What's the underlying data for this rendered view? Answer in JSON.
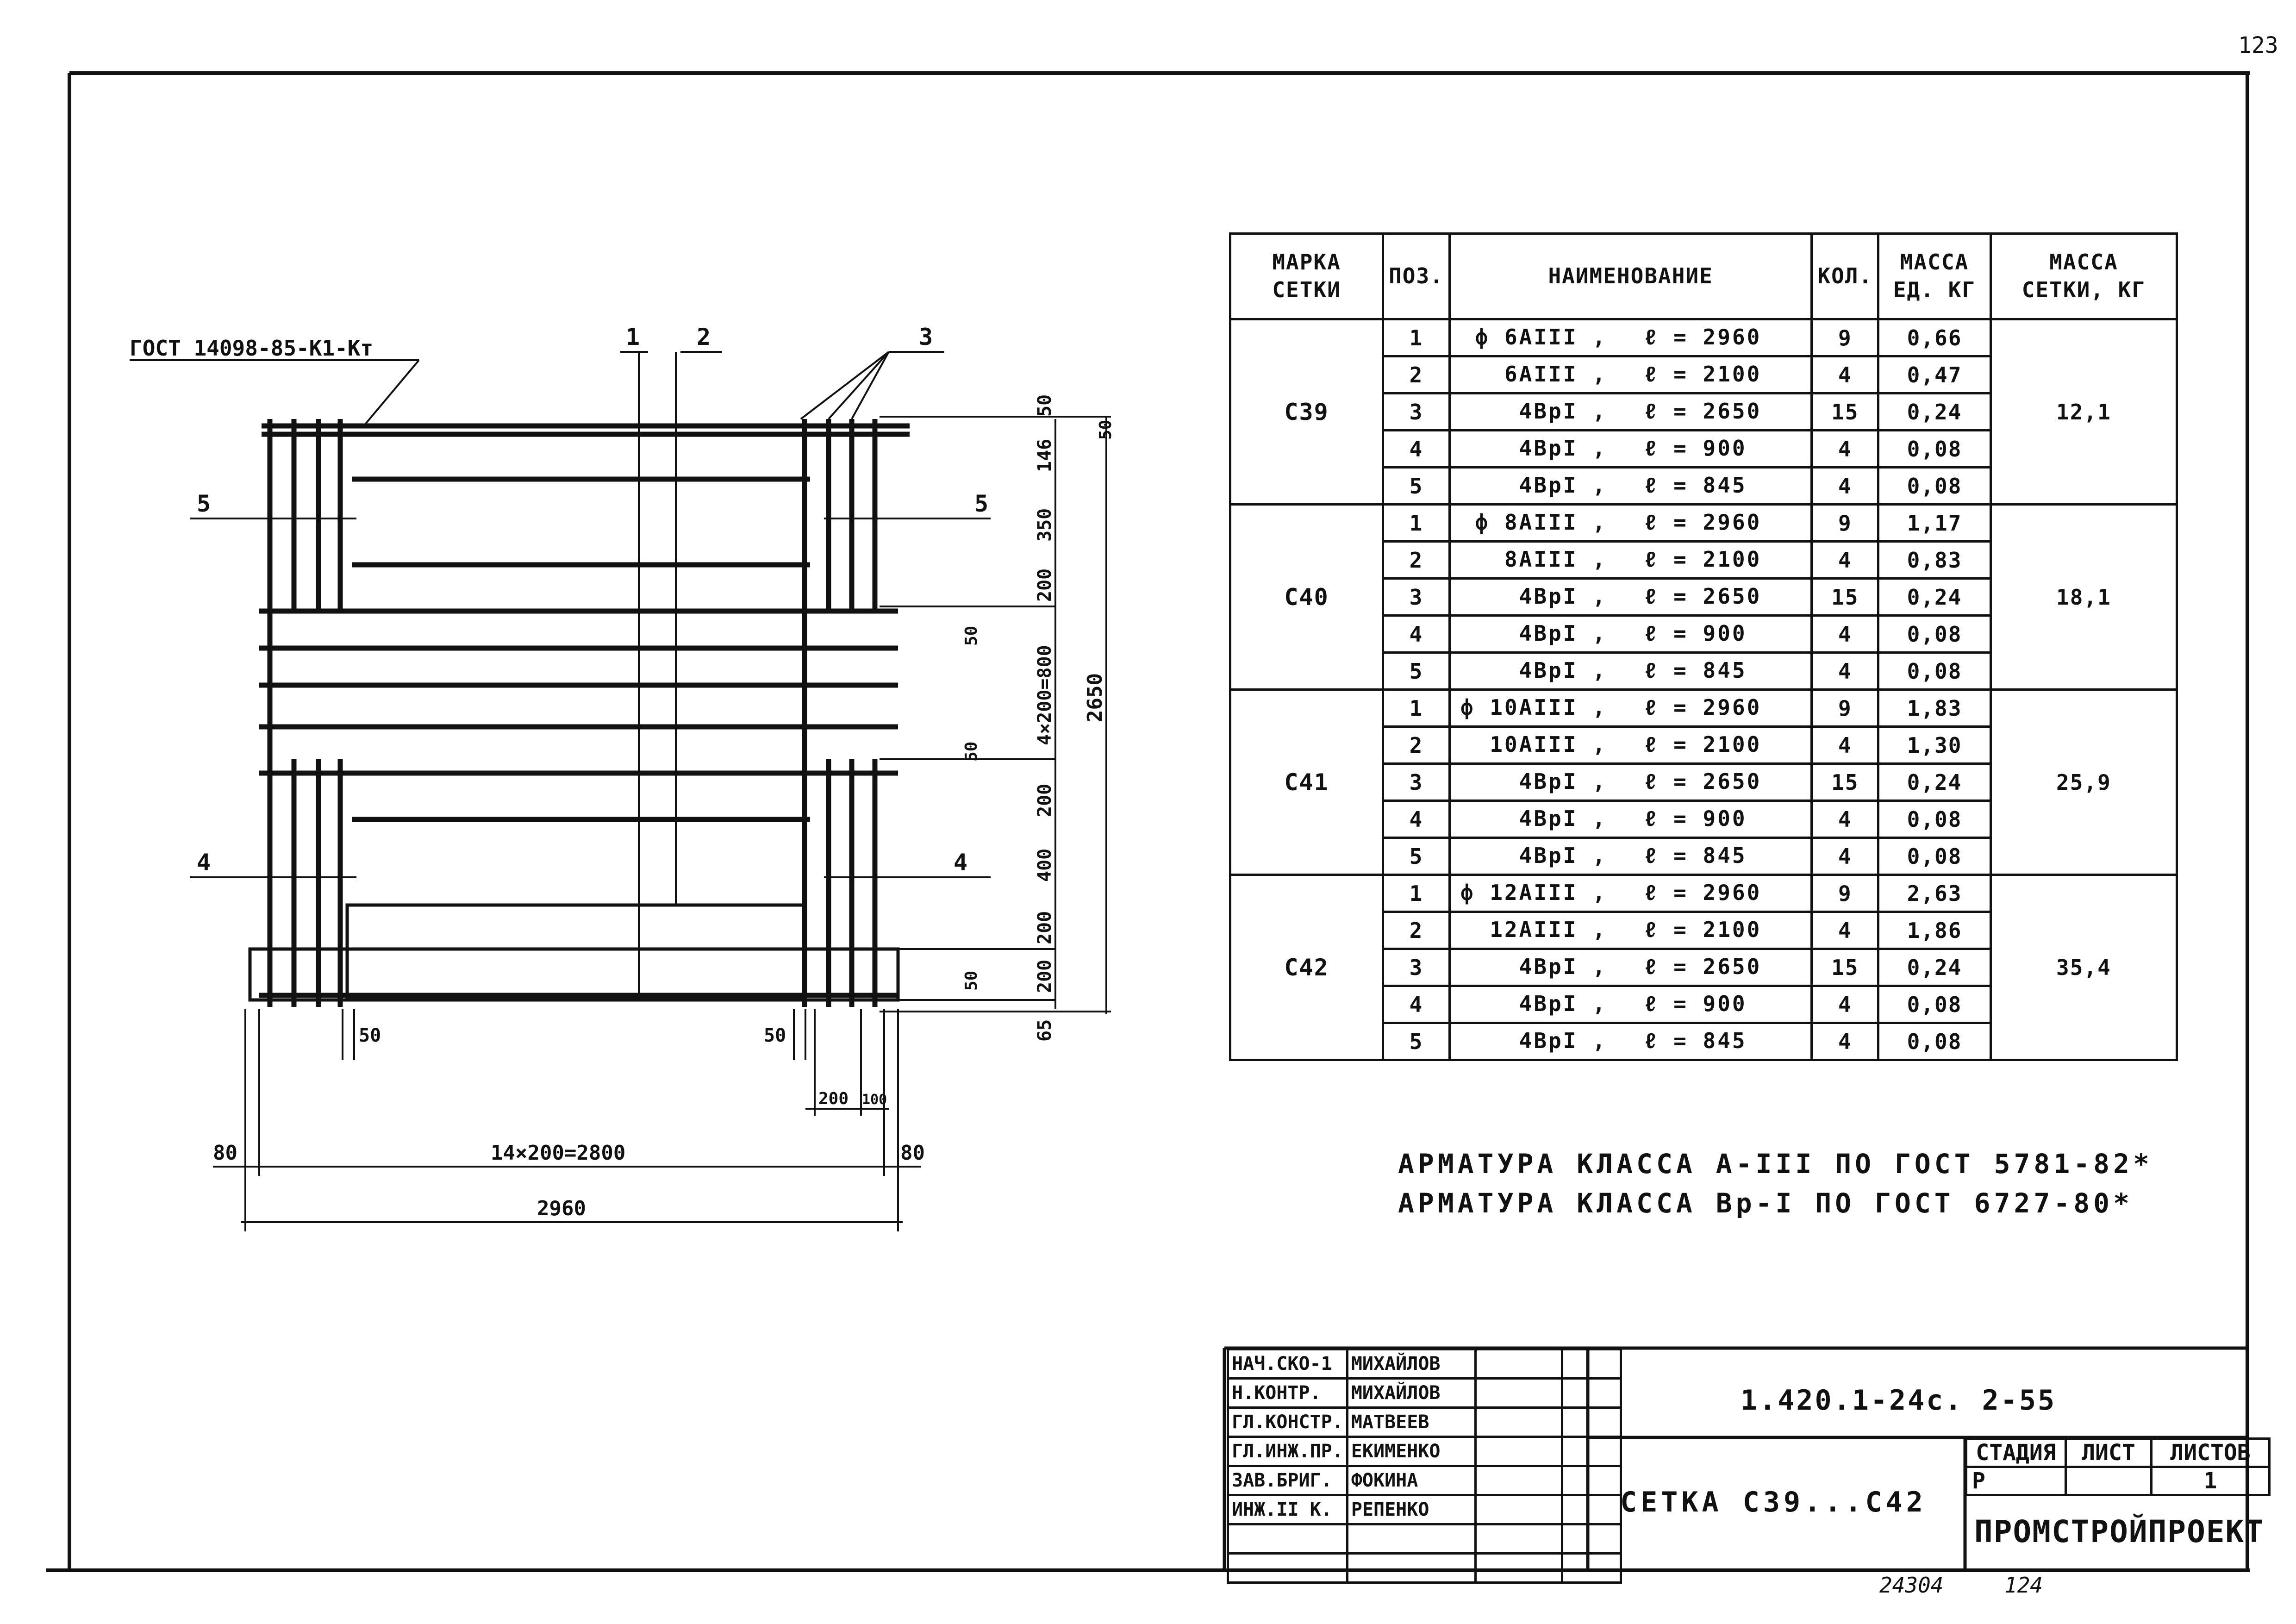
{
  "page_number": "123",
  "bottom_marks": {
    "left": "24304",
    "right": "124"
  },
  "drawing": {
    "gost_label": "ГОСТ 14098-85-К1-Кт",
    "positions": [
      "1",
      "2",
      "3",
      "4",
      "5"
    ],
    "section_labels": {
      "s5": "5",
      "s4": "4"
    },
    "dims_right": [
      "50",
      "146",
      "350",
      "200",
      "4×200=800",
      "200",
      "400",
      "200",
      "200",
      "65"
    ],
    "dims_right_small": [
      "50",
      "50",
      "50",
      "50"
    ],
    "dim_total_height": "2650",
    "dims_bottom": {
      "left_50": "50",
      "right_50": "50",
      "d200": "200",
      "d100": "100",
      "left_80": "80",
      "right_80": "80",
      "spacing": "14×200=2800",
      "total": "2960"
    }
  },
  "spec_table": {
    "headers": {
      "mark": "МАРКА\nСЕТКИ",
      "pos": "ПОЗ.",
      "name": "НАИМЕНОВАНИЕ",
      "qty": "КОЛ.",
      "mass_unit": "МАССА\nЕД. КГ",
      "mass_net": "МАССА\nСЕТКИ, КГ"
    },
    "groups": [
      {
        "mark": "С39",
        "mass": "12,1",
        "rows": [
          {
            "pos": "1",
            "name": "ф 6АIII ,",
            "len": "ℓ = 2960",
            "qty": "9",
            "unit": "0,66"
          },
          {
            "pos": "2",
            "name": "6АIII ,",
            "len": "ℓ = 2100",
            "qty": "4",
            "unit": "0,47"
          },
          {
            "pos": "3",
            "name": "4ВрI ,",
            "len": "ℓ = 2650",
            "qty": "15",
            "unit": "0,24"
          },
          {
            "pos": "4",
            "name": "4ВрI ,",
            "len": "ℓ = 900",
            "qty": "4",
            "unit": "0,08"
          },
          {
            "pos": "5",
            "name": "4ВрI ,",
            "len": "ℓ = 845",
            "qty": "4",
            "unit": "0,08"
          }
        ]
      },
      {
        "mark": "С40",
        "mass": "18,1",
        "rows": [
          {
            "pos": "1",
            "name": "ф 8АIII ,",
            "len": "ℓ = 2960",
            "qty": "9",
            "unit": "1,17"
          },
          {
            "pos": "2",
            "name": "8АIII ,",
            "len": "ℓ = 2100",
            "qty": "4",
            "unit": "0,83"
          },
          {
            "pos": "3",
            "name": "4ВрI ,",
            "len": "ℓ = 2650",
            "qty": "15",
            "unit": "0,24"
          },
          {
            "pos": "4",
            "name": "4ВрI ,",
            "len": "ℓ = 900",
            "qty": "4",
            "unit": "0,08"
          },
          {
            "pos": "5",
            "name": "4ВрI ,",
            "len": "ℓ = 845",
            "qty": "4",
            "unit": "0,08"
          }
        ]
      },
      {
        "mark": "С41",
        "mass": "25,9",
        "rows": [
          {
            "pos": "1",
            "name": "ф 10АIII ,",
            "len": "ℓ = 2960",
            "qty": "9",
            "unit": "1,83"
          },
          {
            "pos": "2",
            "name": "10АIII ,",
            "len": "ℓ = 2100",
            "qty": "4",
            "unit": "1,30"
          },
          {
            "pos": "3",
            "name": "4ВрI ,",
            "len": "ℓ = 2650",
            "qty": "15",
            "unit": "0,24"
          },
          {
            "pos": "4",
            "name": "4ВрI ,",
            "len": "ℓ = 900",
            "qty": "4",
            "unit": "0,08"
          },
          {
            "pos": "5",
            "name": "4ВрI ,",
            "len": "ℓ = 845",
            "qty": "4",
            "unit": "0,08"
          }
        ]
      },
      {
        "mark": "С42",
        "mass": "35,4",
        "rows": [
          {
            "pos": "1",
            "name": "ф 12АIII ,",
            "len": "ℓ = 2960",
            "qty": "9",
            "unit": "2,63"
          },
          {
            "pos": "2",
            "name": "12АIII ,",
            "len": "ℓ = 2100",
            "qty": "4",
            "unit": "1,86"
          },
          {
            "pos": "3",
            "name": "4ВрI ,",
            "len": "ℓ = 2650",
            "qty": "15",
            "unit": "0,24"
          },
          {
            "pos": "4",
            "name": "4ВрI ,",
            "len": "ℓ = 900",
            "qty": "4",
            "unit": "0,08"
          },
          {
            "pos": "5",
            "name": "4ВрI ,",
            "len": "ℓ = 845",
            "qty": "4",
            "unit": "0,08"
          }
        ]
      }
    ]
  },
  "notes": [
    "АРМАТУРА КЛАССА А-III ПО ГОСТ 5781-82*",
    "АРМАТУРА КЛАССА Вр-I ПО ГОСТ 6727-80*"
  ],
  "title_block": {
    "signatures": [
      {
        "role": "НАЧ.СКО-1",
        "name": "МИХАЙЛОВ"
      },
      {
        "role": "Н.КОНТР.",
        "name": "МИХАЙЛОВ"
      },
      {
        "role": "ГЛ.КОНСТР.",
        "name": "МАТВЕЕВ"
      },
      {
        "role": "ГЛ.ИНЖ.ПР.",
        "name": "ЕКИМЕНКО"
      },
      {
        "role": "ЗАВ.БРИГ.",
        "name": "ФОКИНА"
      },
      {
        "role": "ИНЖ.II К.",
        "name": "РЕПЕНКО"
      }
    ],
    "doc_code": "1.420.1-24с. 2-55",
    "doc_name": "СЕТКА  С39...С42",
    "stage_headers": [
      "СТАДИЯ",
      "ЛИСТ",
      "ЛИСТОВ"
    ],
    "stage_values": [
      "Р",
      "",
      "1"
    ],
    "organization": "ПРОМСТРОЙПРОЕКТ"
  }
}
